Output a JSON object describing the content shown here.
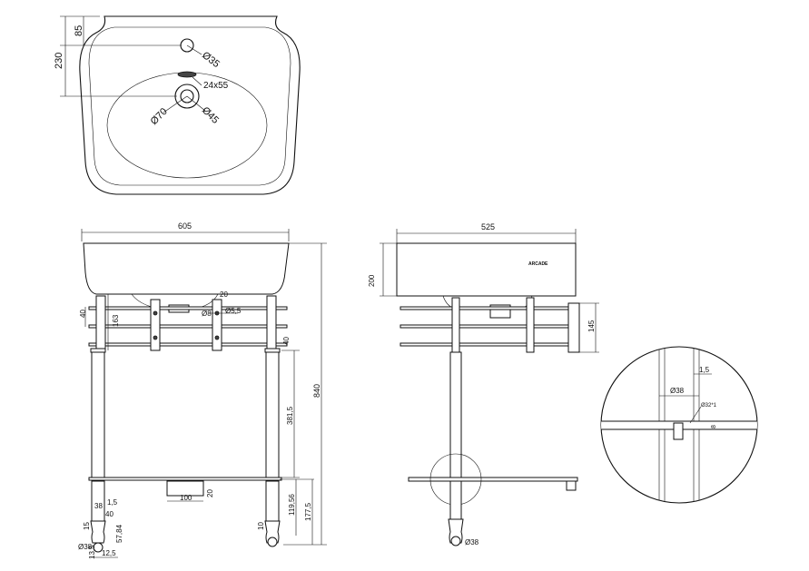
{
  "top_view": {
    "dim_85": "85",
    "dim_230": "230",
    "dim_tap_hole": "Ø35",
    "dim_overflow": "24x55",
    "dim_waste_outer": "Ø70",
    "dim_waste_inner": "Ø45"
  },
  "front_view": {
    "dim_width": "605",
    "dim_height": "840",
    "dim_40": "40",
    "dim_163": "163",
    "dim_20_top": "20",
    "dim_rail_dia": "Ø8",
    "dim_5_5": "Ø5,5",
    "dim_40_right": "40",
    "dim_381_5": "381,5",
    "dim_100": "100",
    "dim_20_bottom": "20",
    "dim_119_56": "119,56",
    "dim_177_5": "177,5",
    "dim_10": "10",
    "foot_1_5": "1,5",
    "foot_38": "38",
    "foot_40": "40",
    "foot_15": "15",
    "foot_57_84": "57,84",
    "foot_38_dia": "Ø38",
    "foot_13_5": "13,5",
    "foot_12_5": "12,5"
  },
  "side_view": {
    "dim_width": "525",
    "dim_height": "200",
    "dim_145": "145",
    "brand": "ARCADE",
    "foot_dia": "Ø38"
  },
  "detail_view": {
    "dim_1_5": "1,5",
    "dim_38": "Ø38",
    "dim_32": "Ø32*1",
    "dim_8": "8"
  }
}
